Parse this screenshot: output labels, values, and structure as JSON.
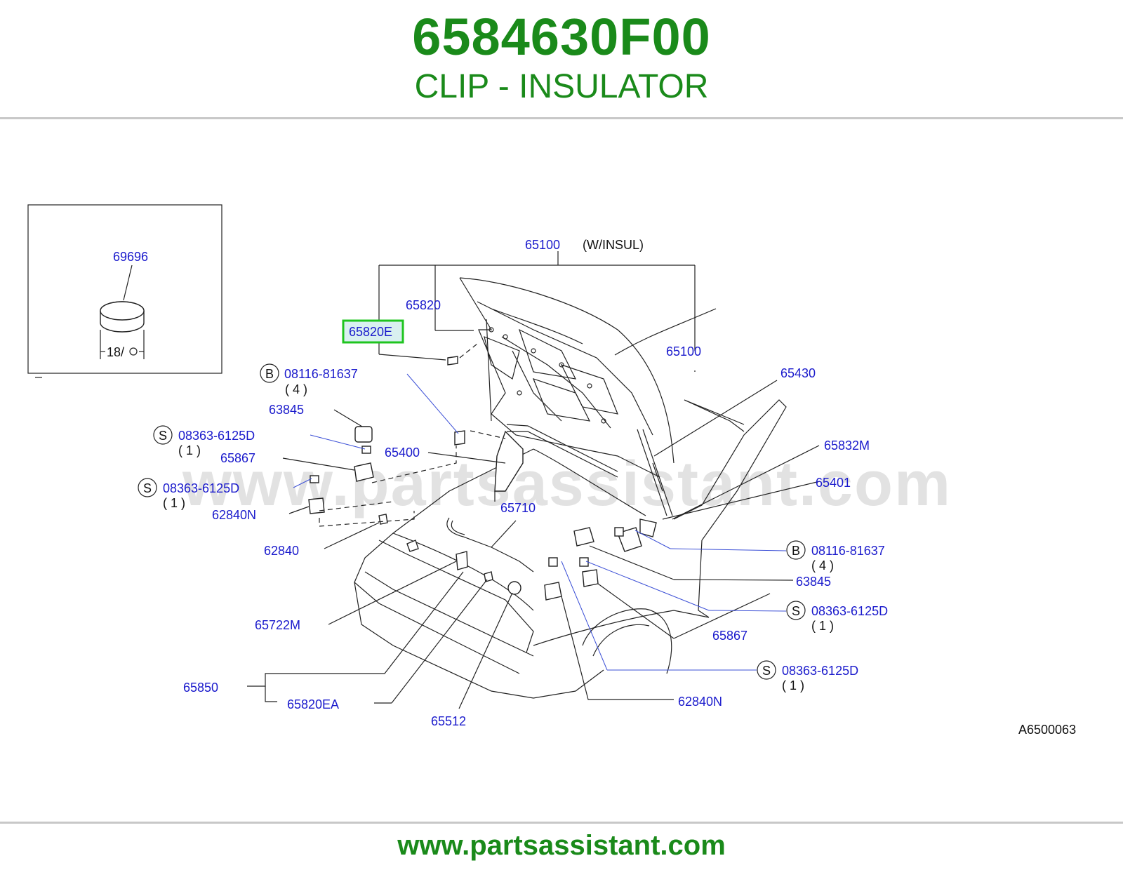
{
  "header": {
    "part_number": "6584630F00",
    "part_name": "CLIP - INSULATOR"
  },
  "footer": {
    "url": "www.partsassistant.com"
  },
  "watermark": "www.partsassistant.com",
  "diagram": {
    "figure_code": "A6500063",
    "inset": {
      "part": "69696",
      "dimension": "18/"
    },
    "labels": {
      "l65100_top": "65100",
      "w_insul": "(W/INSUL)",
      "l65820": "65820",
      "l65820e": "65820E",
      "l65100_right": "65100",
      "l65430": "65430",
      "b_left_code": "08116-81637",
      "b_left_qty": "( 4 )",
      "l63845_left": "63845",
      "s1_code": "08363-6125D",
      "s1_qty": "( 1 )",
      "l65867_left": "65867",
      "l65400": "65400",
      "s2_code": "08363-6125D",
      "s2_qty": "( 1 )",
      "l62840n_left": "62840N",
      "l65710": "65710",
      "l62840": "62840",
      "l65832m": "65832M",
      "l65401": "65401",
      "b_right_code": "08116-81637",
      "b_right_qty": "( 4 )",
      "l63845_right": "63845",
      "s3_code": "08363-6125D",
      "s3_qty": "( 1 )",
      "l65867_right": "65867",
      "s4_code": "08363-6125D",
      "s4_qty": "( 1 )",
      "l62840n_right": "62840N",
      "l65722m": "65722M",
      "l65850": "65850",
      "l65820ea": "65820EA",
      "l65512": "65512"
    },
    "markers": {
      "b": "B",
      "s": "S"
    },
    "highlight_color": "#1fc41f",
    "label_color": "#1a1acc"
  }
}
